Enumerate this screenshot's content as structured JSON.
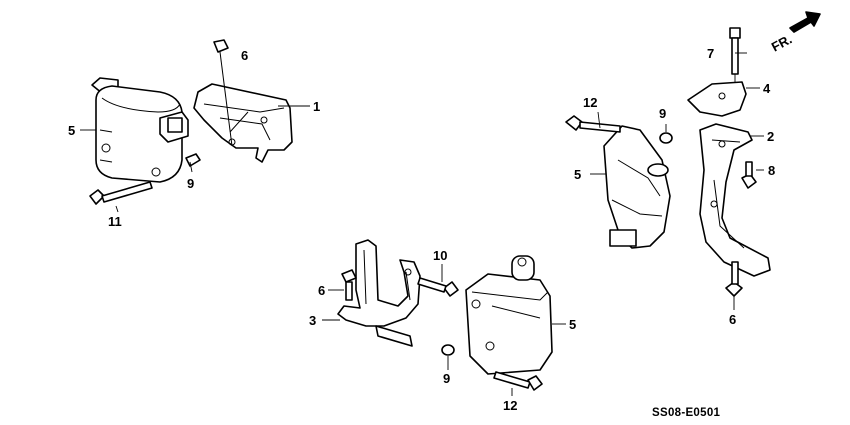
{
  "diagram": {
    "orientation_label": "FR.",
    "code": "SS08-E0501",
    "callouts": [
      {
        "id": "c1",
        "text": "1"
      },
      {
        "id": "c2",
        "text": "2"
      },
      {
        "id": "c3",
        "text": "3"
      },
      {
        "id": "c4",
        "text": "4"
      },
      {
        "id": "c5a",
        "text": "5"
      },
      {
        "id": "c5b",
        "text": "5"
      },
      {
        "id": "c5c",
        "text": "5"
      },
      {
        "id": "c6a",
        "text": "6"
      },
      {
        "id": "c6b",
        "text": "6"
      },
      {
        "id": "c6c",
        "text": "6"
      },
      {
        "id": "c7",
        "text": "7"
      },
      {
        "id": "c8",
        "text": "8"
      },
      {
        "id": "c9a",
        "text": "9"
      },
      {
        "id": "c9b",
        "text": "9"
      },
      {
        "id": "c9c",
        "text": "9"
      },
      {
        "id": "c10",
        "text": "10"
      },
      {
        "id": "c11",
        "text": "11"
      },
      {
        "id": "c12a",
        "text": "12"
      },
      {
        "id": "c12b",
        "text": "12"
      }
    ]
  }
}
